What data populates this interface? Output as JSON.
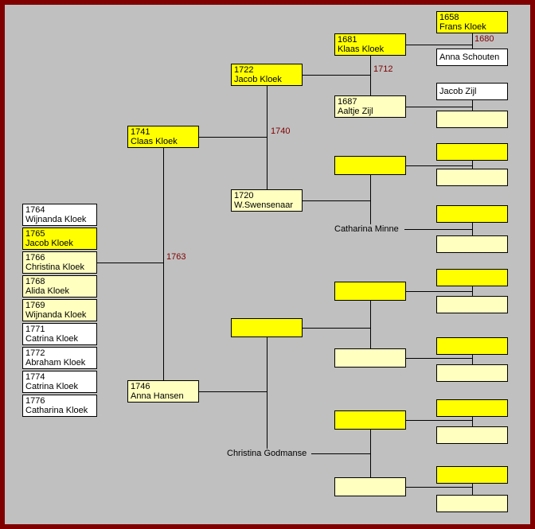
{
  "palette": {
    "background": "#c0c0c0",
    "frame_border": "#800000",
    "father_box": "#ffff00",
    "mother_box": "#ffffc0",
    "neutral_box": "#ffffff",
    "connector_line": "#000000",
    "marriage_year_text": "#800000"
  },
  "children": [
    {
      "year": "1764",
      "name": "Wijnanda Kloek"
    },
    {
      "year": "1765",
      "name": "Jacob Kloek"
    },
    {
      "year": "1766",
      "name": "Christina Kloek"
    },
    {
      "year": "1768",
      "name": "Alida Kloek"
    },
    {
      "year": "1769",
      "name": "Wijnanda Kloek"
    },
    {
      "year": "1771",
      "name": "Catrina Kloek"
    },
    {
      "year": "1772",
      "name": "Abraham Kloek"
    },
    {
      "year": "1774",
      "name": "Catrina Kloek"
    },
    {
      "year": "1776",
      "name": "Catharina Kloek"
    }
  ],
  "persons": {
    "claas_kloek": {
      "year": "1741",
      "name": "Claas Kloek"
    },
    "anna_hansen": {
      "year": "1746",
      "name": "Anna Hansen"
    },
    "jacob_kloek": {
      "year": "1722",
      "name": "Jacob Kloek"
    },
    "w_swensenaar": {
      "year": "1720",
      "name": "W.Swensenaar"
    },
    "christina_godmanse": {
      "name": "Christina Godmanse"
    },
    "klaas_kloek": {
      "year": "1681",
      "name": "Klaas Kloek"
    },
    "aaltje_zijl": {
      "year": "1687",
      "name": "Aaltje Zijl"
    },
    "catharina_minne": {
      "name": "Catharina Minne"
    },
    "frans_kloek": {
      "year": "1658",
      "name": "Frans Kloek"
    },
    "anna_schouten": {
      "name": "Anna Schouten"
    },
    "jacob_zijl": {
      "name": "Jacob Zijl"
    }
  },
  "marriages": {
    "claas_x_anna": "1763",
    "jacob_x_swensenaar": "1740",
    "klaas_x_aaltje": "1712",
    "frans_x_schouten": "1680"
  }
}
